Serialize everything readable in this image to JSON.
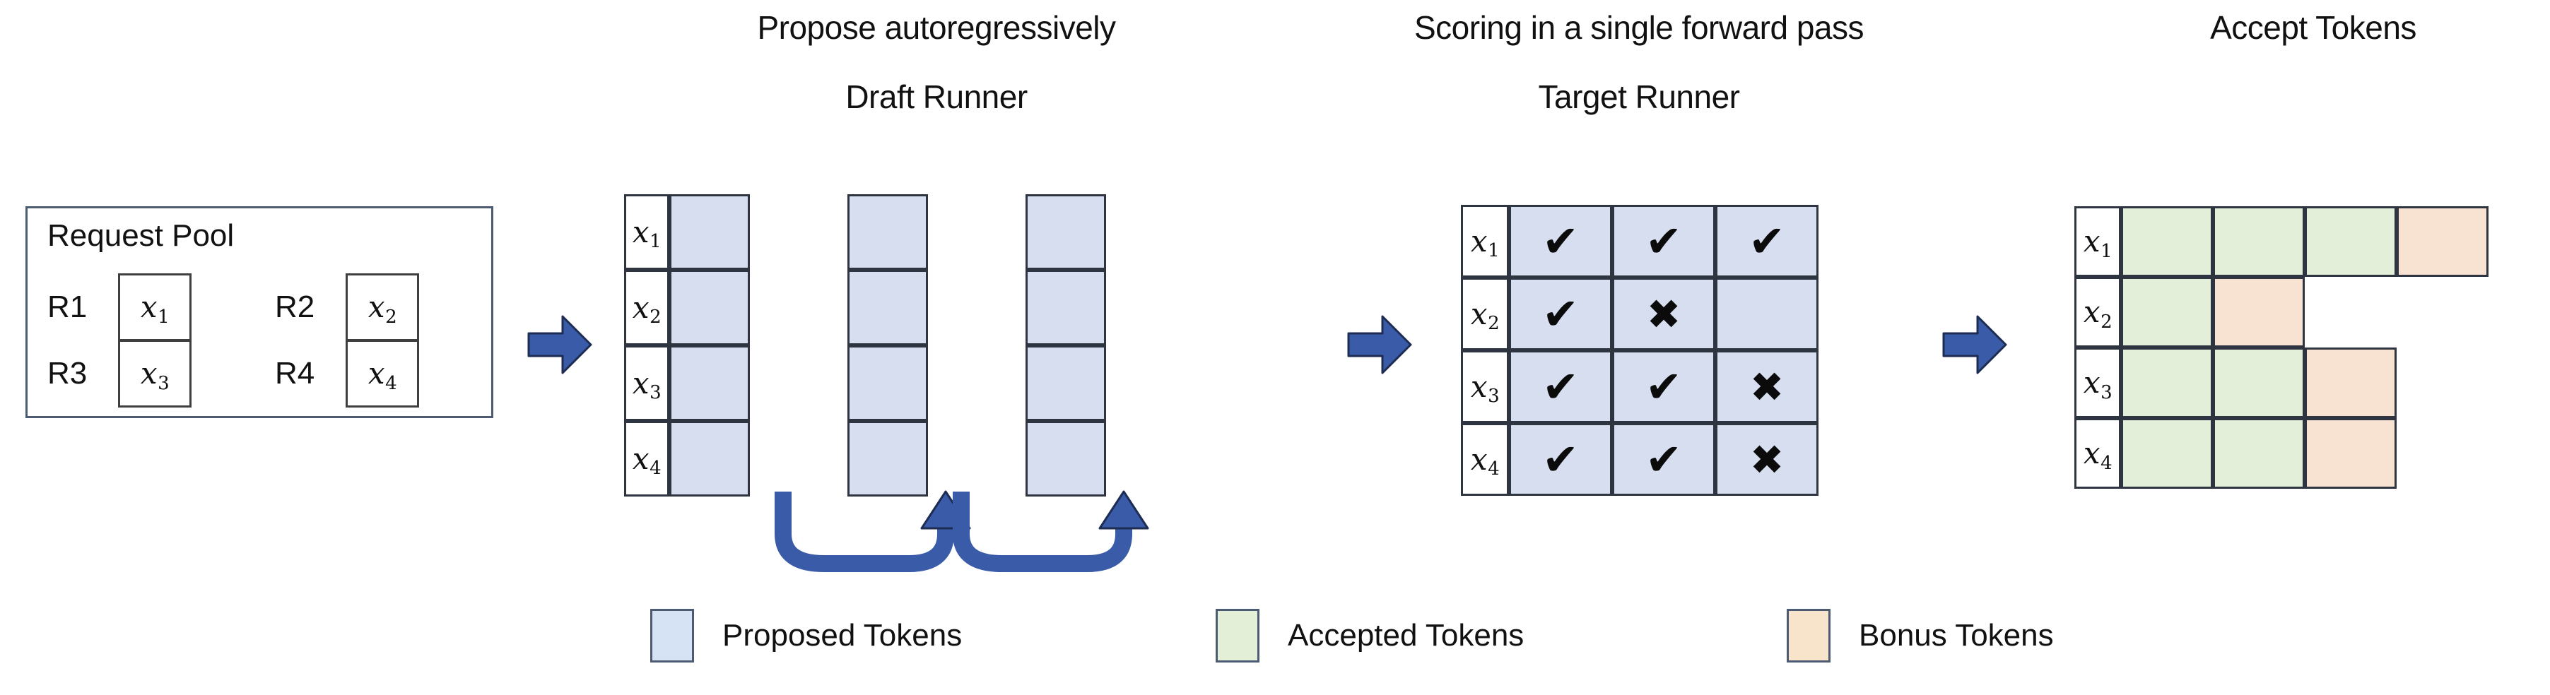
{
  "headings": {
    "propose": "Propose autoregressively",
    "draft_runner": "Draft Runner",
    "scoring": "Scoring in a single forward pass",
    "target_runner": "Target Runner",
    "accept_tokens": "Accept Tokens"
  },
  "request_pool": {
    "title": "Request Pool",
    "requests": [
      {
        "id": "R1",
        "token": "x",
        "sub": "1"
      },
      {
        "id": "R2",
        "token": "x",
        "sub": "2"
      },
      {
        "id": "R3",
        "token": "x",
        "sub": "3"
      },
      {
        "id": "R4",
        "token": "x",
        "sub": "4"
      }
    ]
  },
  "row_labels": [
    {
      "token": "x",
      "sub": "1"
    },
    {
      "token": "x",
      "sub": "2"
    },
    {
      "token": "x",
      "sub": "3"
    },
    {
      "token": "x",
      "sub": "4"
    }
  ],
  "draft_runner": {
    "steps": 3,
    "rows": 4,
    "cell_state": "proposed"
  },
  "target_runner": {
    "columns": 3,
    "matrix": [
      [
        "check",
        "check",
        "check"
      ],
      [
        "check",
        "cross",
        "blank"
      ],
      [
        "check",
        "check",
        "cross"
      ],
      [
        "check",
        "check",
        "cross"
      ]
    ]
  },
  "accept_tokens": {
    "rows": [
      [
        "accepted",
        "accepted",
        "accepted",
        "bonus"
      ],
      [
        "accepted",
        "bonus"
      ],
      [
        "accepted",
        "accepted",
        "bonus"
      ],
      [
        "accepted",
        "accepted",
        "bonus"
      ]
    ]
  },
  "legend": [
    {
      "swatch": "blue",
      "label": "Proposed Tokens"
    },
    {
      "swatch": "green",
      "label": "Accepted Tokens"
    },
    {
      "swatch": "peach",
      "label": "Bonus Tokens"
    }
  ],
  "glyphs": {
    "check": "✔",
    "cross": "✖"
  },
  "colors": {
    "proposed": "#d6def0",
    "accepted": "#e3efd9",
    "bonus": "#f8e3d2",
    "arrow_blue": "#3a5ba8",
    "border": "#2e3440"
  }
}
